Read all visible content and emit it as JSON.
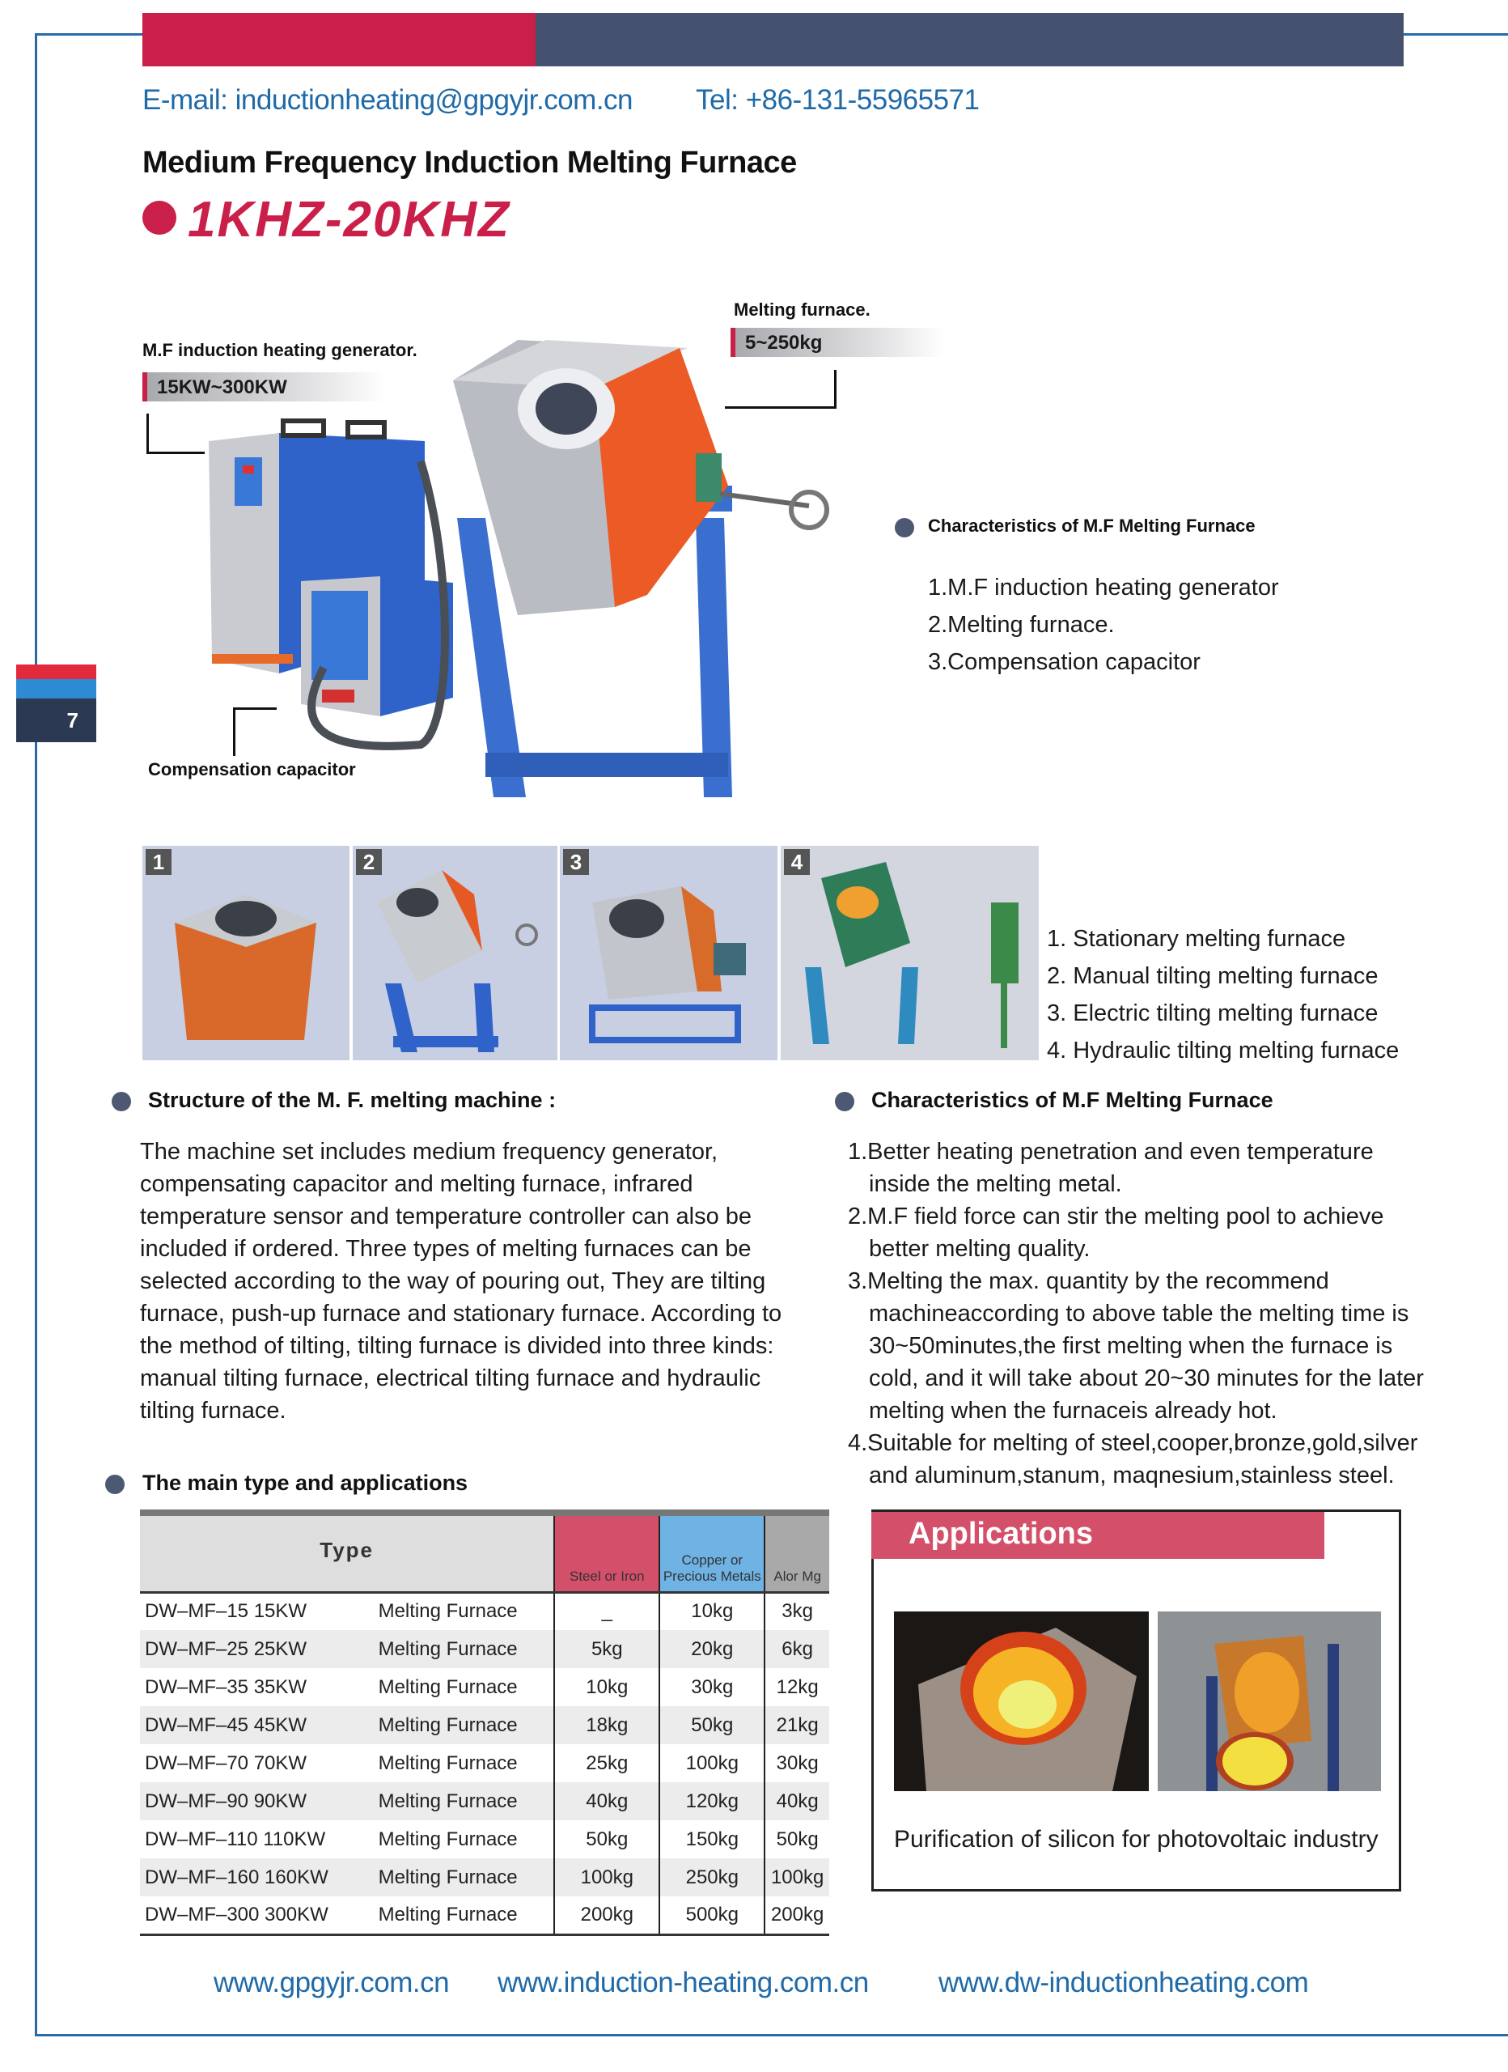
{
  "header": {
    "email": "E-mail: inductionheating@gpgyjr.com.cn",
    "tel": "Tel: +86-131-55965571"
  },
  "title": "Medium Frequency Induction Melting Furnace",
  "frequency": "1KHZ-20KHZ",
  "page_number": "7",
  "callouts": {
    "generator_title": "M.F induction heating generator.",
    "generator_value": "15KW~300KW",
    "furnace_title": "Melting furnace.",
    "furnace_value": "5~250kg",
    "capacitor_title": "Compensation capacitor"
  },
  "characteristics_top": {
    "heading": "Characteristics of M.F Melting Furnace",
    "items": [
      "1.M.F induction heating generator",
      "2.Melting furnace.",
      "3.Compensation capacitor"
    ]
  },
  "thumbnails": {
    "numbers": [
      "1",
      "2",
      "3",
      "4"
    ],
    "items": [
      "1. Stationary melting furnace",
      "2. Manual tilting melting furnace",
      "3. Electric tilting melting furnace",
      "4. Hydraulic tilting melting furnace"
    ]
  },
  "structure": {
    "heading": "Structure of the M. F. melting machine",
    "colon": ":",
    "text": "The machine set includes medium frequency generator, compensating capacitor and melting furnace, infrared temperature sensor and temperature controller can also be included if ordered. Three types of melting furnaces can be selected according to the way of pouring out, They are tilting furnace, push-up furnace and stationary furnace. According to the method of tilting, tilting furnace is divided into three kinds: manual tilting furnace, electrical tilting furnace and hydraulic tilting furnace."
  },
  "characteristics": {
    "heading": "Characteristics of M.F Melting Furnace",
    "items": [
      "1.Better heating penetration and even temperature inside the melting metal.",
      "2.M.F field force can stir the melting pool to achieve better melting quality.",
      "3.Melting the max. quantity by the recommend machineaccording to above table the melting time is 30~50minutes,the first melting when the furnace is cold, and it will take about 20~30 minutes for the later melting when the furnaceis already hot.",
      "4.Suitable for melting of steel,cooper,bronze,gold,silver and aluminum,stanum, maqnesium,stainless steel."
    ]
  },
  "main_type": {
    "heading": "The main type and applications"
  },
  "table": {
    "headers": [
      "Type",
      "Steel or Iron",
      "Copper or Precious Metals",
      "Alor Mg"
    ],
    "colors": {
      "steel": "#d4506a",
      "copper": "#6fb3e4",
      "al": "#a9a9a9",
      "type": "#dedede"
    },
    "rows": [
      [
        "DW–MF–15 15KW",
        "Melting Furnace",
        "_",
        "10kg",
        "3kg"
      ],
      [
        "DW–MF–25 25KW",
        "Melting Furnace",
        "5kg",
        "20kg",
        "6kg"
      ],
      [
        "DW–MF–35 35KW",
        "Melting Furnace",
        "10kg",
        "30kg",
        "12kg"
      ],
      [
        "DW–MF–45 45KW",
        "Melting Furnace",
        "18kg",
        "50kg",
        "21kg"
      ],
      [
        "DW–MF–70 70KW",
        "Melting Furnace",
        "25kg",
        "100kg",
        "30kg"
      ],
      [
        "DW–MF–90 90KW",
        "Melting Furnace",
        "40kg",
        "120kg",
        "40kg"
      ],
      [
        "DW–MF–110 110KW",
        "Melting Furnace",
        "50kg",
        "150kg",
        "50kg"
      ],
      [
        "DW–MF–160 160KW",
        "Melting Furnace",
        "100kg",
        "250kg",
        "100kg"
      ],
      [
        "DW–MF–300 300KW",
        "Melting Furnace",
        "200kg",
        "500kg",
        "200kg"
      ]
    ]
  },
  "applications": {
    "heading": "Applications",
    "caption": "Purification of silicon for photovoltaic industry"
  },
  "footer": {
    "links": [
      "www.gpgyjr.com.cn",
      "www.induction-heating.com.cn",
      "www.dw-inductionheating.com"
    ]
  },
  "colors": {
    "red": "#c91f48",
    "navy": "#44526f",
    "blue_text": "#1f6aa8"
  }
}
